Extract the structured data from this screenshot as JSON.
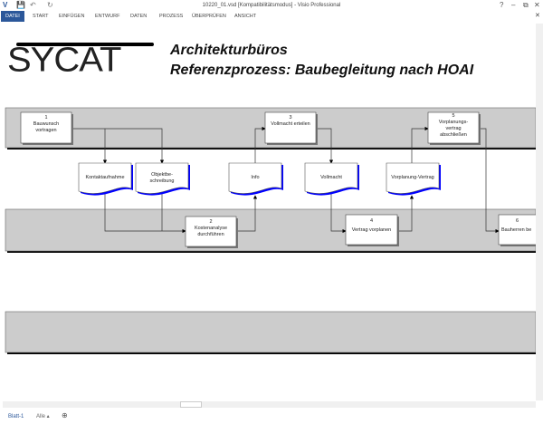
{
  "window": {
    "title": "10220_01.vsd [Kompatibilitätsmodus] - Visio Professional",
    "help": "?",
    "minimize": "–",
    "restore": "⧉",
    "close": "✕",
    "ribbon_close": "✕"
  },
  "quick_access": {
    "app": "V",
    "save": "💾",
    "undo": "↶",
    "redo": "↻"
  },
  "ribbon": {
    "tabs": [
      "DATEI",
      "START",
      "EINFÜGEN",
      "ENTWURF",
      "DATEN",
      "PROZESS",
      "ÜBERPRÜFEN",
      "ANSICHT"
    ]
  },
  "document": {
    "logo": "SYCAT",
    "title1": "Architekturbüros",
    "title2": "Referenzprozess: Baubegleitung nach HOAI",
    "processes": [
      {
        "num": "1",
        "label": "Bauwunsch vortragen"
      },
      {
        "num": "2",
        "label": "Kostenanalyse durchführen"
      },
      {
        "num": "3",
        "label": "Vollmacht erteilen"
      },
      {
        "num": "4",
        "label": "Vertrag vorplanen"
      },
      {
        "num": "5",
        "label": "Vorplanungs-vertrag abschließen"
      },
      {
        "num": "6",
        "label": "Bauherren be"
      }
    ],
    "documents": [
      "Kontaktaufnahme",
      "Objektbe-schreibung",
      "Info",
      "Vollmacht",
      "Vorplanung-Vertrag"
    ]
  },
  "status": {
    "sheet": "Blatt-1",
    "all": "Alle ▴",
    "add": "⊕"
  },
  "colors": {
    "accent": "#2b579a",
    "lane": "#cccccc",
    "doc_shadow": "#0000ff"
  }
}
